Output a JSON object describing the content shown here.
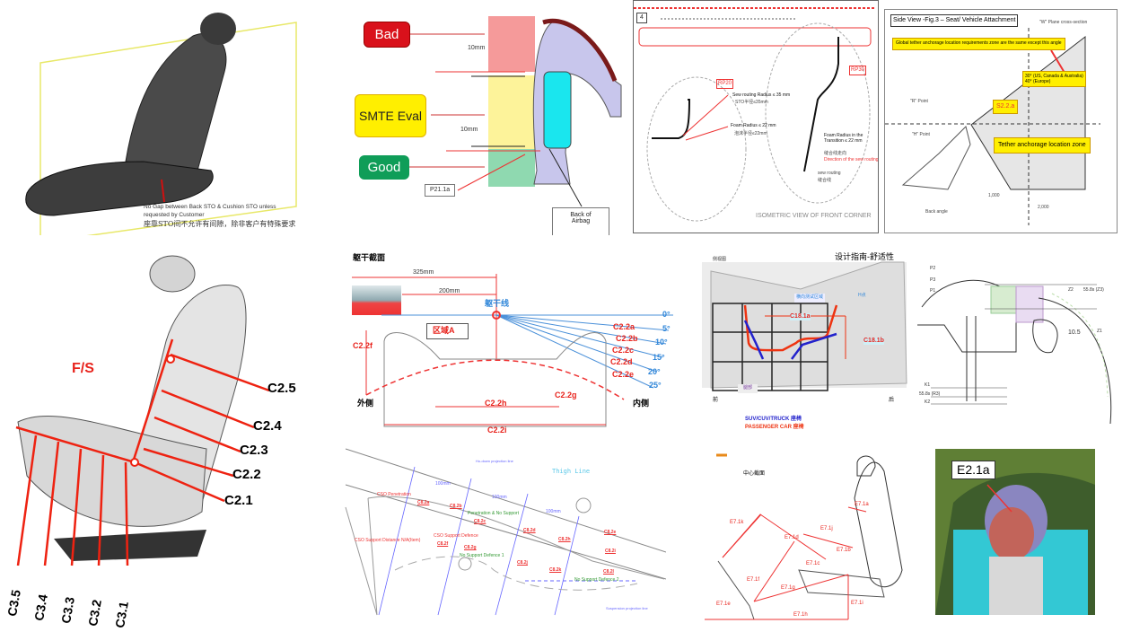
{
  "panel_seat_gap": {
    "note_en": "No Gap between Back STO & Cushion STO unless",
    "note_en2": "requested by Customer",
    "note_cn": "座靠STO间不允许有间隙，除非客户有特殊要求"
  },
  "panel_airbag": {
    "bad": "Bad",
    "smte": "SMTE Eval",
    "good": "Good",
    "gap1": "10mm",
    "gap2": "10mm",
    "ref": "P21.1a",
    "back_of_airbag_1": "Back of",
    "back_of_airbag_2": "Airbag",
    "colors": {
      "bad": "#d9111b",
      "smte": "#ffef00",
      "good": "#0f9d58"
    }
  },
  "panel_front_corner": {
    "item_no": "4",
    "tag_left": "RP20",
    "tag_right": "RP30",
    "sew_radius": "Sew routing Radius ≤ 35 mm",
    "sew_radius_cn": "STO半径≤35mm",
    "foam_radius": "Foam Radius ≤ 22 mm",
    "foam_radius_cn": "泡沫半径≤22mm",
    "foam_transition": "Foam Radius in the Transition ≤ 22 mm",
    "direction_cn": "缝合线走向",
    "direction": "Direction of the sew routing",
    "sew_routing": "sew routing",
    "sew_routing_cn": "缝合线",
    "caption": "ISOMETRIC VIEW OF FRONT CORNER"
  },
  "panel_tether": {
    "title": "Side View -Fig.3 – Seat/ Vehicle Attachment",
    "global_note": "Global tether anchorage location requirements zone are the same except this angle",
    "angle_note_1": "30° (US, Canada & Australia)",
    "angle_note_2": "40° (Europe)",
    "ref": "S2.2.a",
    "zone": "Tether anchorage location zone",
    "dim1": "1,000",
    "dim2": "2,000",
    "w_plane": "\"W\" Plane cross-section",
    "r_point": "\"R\" Point",
    "h_point": "\"H\" Point",
    "back_angle": "Back angle"
  },
  "panel_fs_seat": {
    "title": "F/S",
    "labels_c2": [
      "C2.5",
      "C2.4",
      "C2.3",
      "C2.2",
      "C2.1"
    ],
    "labels_c3": [
      "C3.5",
      "C3.4",
      "C3.3",
      "C3.2",
      "C3.1"
    ]
  },
  "panel_torso": {
    "title": "躯干截面",
    "dim_325": "325mm",
    "dim_200": "200mm",
    "torso_line": "躯干线",
    "zone_a": "区域A",
    "c22f": "C2.2f",
    "c22a": "C2.2a",
    "c22b": "C2.2b",
    "c22c": "C2.2c",
    "c22d": "C2.2d",
    "c22e": "C2.2e",
    "c22g": "C2.2g",
    "c22h": "C2.2h",
    "c22i": "C2.2i",
    "angles": [
      "0°",
      "5°",
      "10°",
      "15°",
      "20°",
      "25°"
    ],
    "outer": "外侧",
    "inner": "内侧"
  },
  "panel_side_view": {
    "view": "侧视图",
    "heading": "设计指南-舒适性",
    "test_zone": "横向测试区域",
    "h_point": "H点",
    "c181a": "C18.1a",
    "c181b": "C18.1b",
    "leg": "腿部",
    "front": "前",
    "rear": "后",
    "legend_suv": "SUV/CUV/TRUCK 座椅",
    "legend_car": "PASSENGER CAR 座椅"
  },
  "panel_profile": {
    "p2": "P2",
    "p3": "P3",
    "p1": "P1",
    "z2": "Z2",
    "z3": "55.8s (Z3)",
    "z1": "Z1",
    "dim": "10.5",
    "k1": "K1",
    "r3": "55.8s (R3)",
    "k2": "K2"
  },
  "panel_thigh": {
    "thigh_line": "Thigh Line",
    "projection": "Ho-down projection line",
    "suspension": "Suspension projection line",
    "dims": [
      "100mm",
      "100mm",
      "100mm"
    ],
    "labels": [
      "C8.2a",
      "C8.2b",
      "C8.2c",
      "C8.2d",
      "C8.2e",
      "C8.2f",
      "C8.2g",
      "C8.2h",
      "C8.2i",
      "C8.2j",
      "C8.2k",
      "C8.2l"
    ],
    "notes": [
      "CSO Penetration",
      "CSO Support Distance N/A(Item)",
      "CSO Support Defence",
      "No Support Defence 1",
      "Penetration & No Support",
      "No Support Defence 2"
    ]
  },
  "panel_center": {
    "title": "中心截面",
    "labels": [
      "E7.1a",
      "E7.1b",
      "E7.1c",
      "E7.1d",
      "E7.1e",
      "E7.1f",
      "E7.1g",
      "E7.1h",
      "E7.1i",
      "E7.1j",
      "E7.1k"
    ]
  },
  "panel_head": {
    "ref": "E2.1a"
  }
}
